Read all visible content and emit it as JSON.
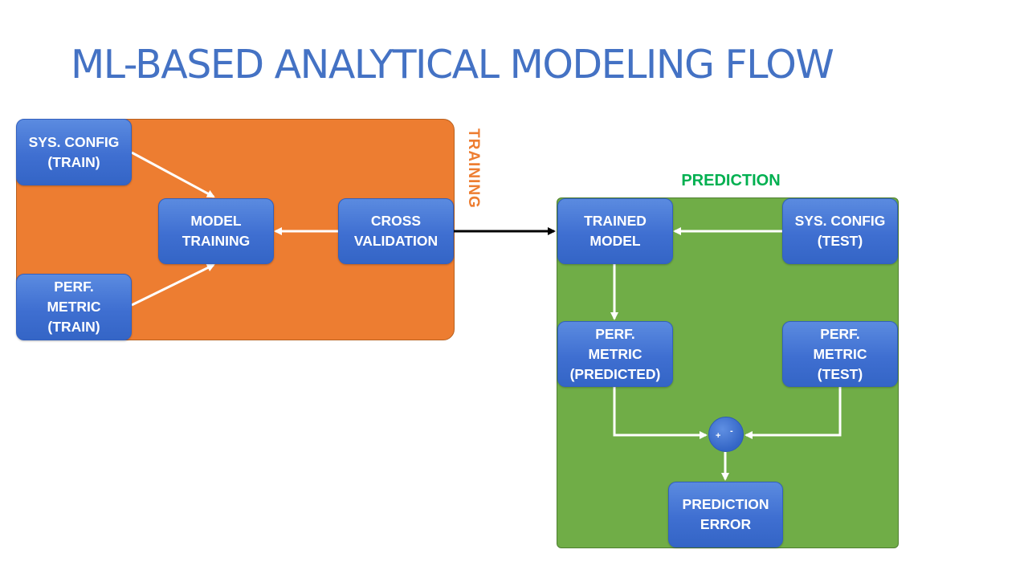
{
  "title": "ML-BASED ANALYTICAL MODELING FLOW",
  "regions": {
    "training": {
      "label": "TRAINING",
      "color": "#ed7d31"
    },
    "prediction": {
      "label": "PREDICTION",
      "color": "#70ad47",
      "label_color": "#00b050"
    }
  },
  "nodes": {
    "sys_config_train": "SYS. CONFIG\n(TRAIN)",
    "perf_metric_train": "PERF.\nMETRIC\n(TRAIN)",
    "model_training": "MODEL\nTRAINING",
    "cross_validation": "CROSS\nVALIDATION",
    "trained_model": "TRAINED\nMODEL",
    "sys_config_test": "SYS. CONFIG\n(TEST)",
    "perf_metric_predicted": "PERF.\nMETRIC\n(PREDICTED)",
    "perf_metric_test": "PERF.\nMETRIC\n(TEST)",
    "prediction_error": "PREDICTION\nERROR"
  },
  "sum_node": {
    "plus": "+",
    "minus": "-"
  },
  "edges": [
    {
      "from": "sys_config_train",
      "to": "model_training"
    },
    {
      "from": "perf_metric_train",
      "to": "model_training"
    },
    {
      "from": "cross_validation",
      "to": "model_training"
    },
    {
      "from": "cross_validation",
      "to": "trained_model"
    },
    {
      "from": "sys_config_test",
      "to": "trained_model"
    },
    {
      "from": "trained_model",
      "to": "perf_metric_predicted"
    },
    {
      "from": "perf_metric_predicted",
      "to": "sum_node"
    },
    {
      "from": "perf_metric_test",
      "to": "sum_node"
    },
    {
      "from": "sum_node",
      "to": "prediction_error"
    }
  ],
  "colors": {
    "title": "#4472c4",
    "node_fill": "#4472c4",
    "node_text": "#ffffff",
    "arrow_internal": "#ffffff",
    "arrow_between_regions": "#000000"
  }
}
